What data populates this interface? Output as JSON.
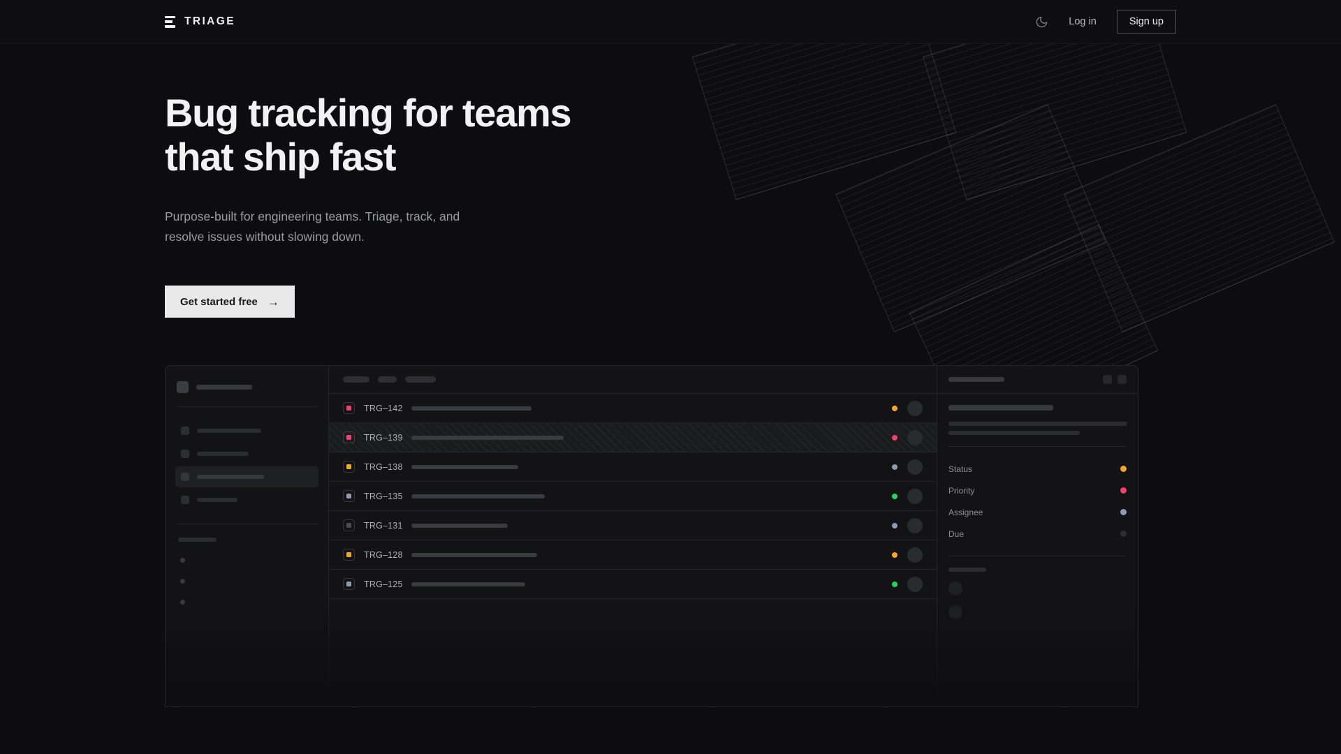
{
  "header": {
    "logo_text": "TRIAGE",
    "logo_icon": "triage-bars-icon",
    "theme_toggle_icon": "moon-icon",
    "login_label": "Log in",
    "signup_label": "Sign up"
  },
  "hero": {
    "headline": "Bug tracking for teams that ship fast",
    "subhead": "Purpose-built for engineering teams. Triage, track, and resolve issues without slowing down.",
    "cta_label": "Get started free",
    "cta_arrow": "→"
  },
  "mockup": {
    "sidebar": {
      "nav_items": [
        "",
        "",
        "",
        ""
      ],
      "active_index": 2,
      "mini_dots": 3
    },
    "list": {
      "toolbar_chips": [
        38,
        27,
        44
      ],
      "rows": [
        {
          "id": "TRG–142",
          "icon_color": "#f43f6b",
          "status_color": "#f5a623",
          "title_width": 172,
          "hatched": false
        },
        {
          "id": "TRG–139",
          "icon_color": "#f43f6b",
          "status_color": "#f43f6b",
          "title_width": 218,
          "hatched": true
        },
        {
          "id": "TRG–138",
          "icon_color": "#f5a623",
          "status_color": "#8e9bb0",
          "title_width": 153,
          "hatched": false
        },
        {
          "id": "TRG–135",
          "icon_color": "#8e9bb0",
          "status_color": "#1fd65f",
          "title_width": 191,
          "hatched": false
        },
        {
          "id": "TRG–131",
          "icon_color": "#4a4b50",
          "status_color": "#8e9bb0",
          "title_width": 138,
          "hatched": false
        },
        {
          "id": "TRG–128",
          "icon_color": "#f5a623",
          "status_color": "#f5a623",
          "title_width": 180,
          "hatched": false
        },
        {
          "id": "TRG–125",
          "icon_color": "#8e9bb0",
          "status_color": "#1fd65f",
          "title_width": 163,
          "hatched": false
        }
      ]
    },
    "detail": {
      "title_skeleton_width": 80,
      "action_buttons": [
        "detail-action-1",
        "detail-action-2"
      ],
      "meta": [
        {
          "label": "Status",
          "color": "#f5a623"
        },
        {
          "label": "Priority",
          "color": "#f43f6b"
        },
        {
          "label": "Assignee",
          "color": "#8e9bb0"
        },
        {
          "label": "Due",
          "color": "#2e2f33"
        }
      ]
    }
  },
  "colors": {
    "background": "#0d0d0f",
    "panel": "#131315",
    "accent_orange": "#f5a623",
    "accent_pink": "#f43f6b",
    "accent_green": "#1fd65f",
    "accent_slate": "#8e9bb0",
    "cta_background": "#e9e9ea"
  }
}
